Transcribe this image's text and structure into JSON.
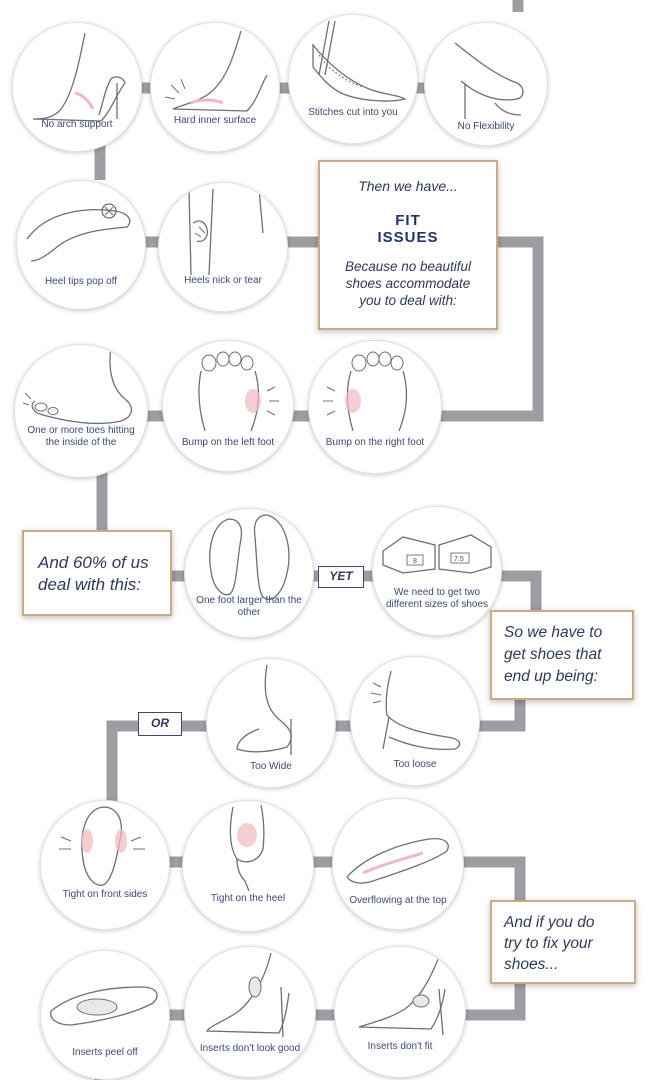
{
  "nodes": {
    "no_arch_support": "No arch support",
    "hard_inner_surface": [
      "Hard inner",
      "surface"
    ],
    "stitches_cut": [
      "Stitches cut",
      "into you"
    ],
    "no_flexibility": "No Flexibility",
    "heel_tips_pop_off": "Heel tips pop off",
    "heels_nick": [
      "Heels nick",
      "or tear"
    ],
    "toes_hitting": [
      "One or more",
      "toes hitting the",
      "inside of the"
    ],
    "bump_left": [
      "Bump on the",
      "left foot"
    ],
    "bump_right": [
      "Bump on the",
      "right foot"
    ],
    "one_foot_larger": [
      "One foot larger",
      "than the other"
    ],
    "two_sizes": [
      "We need to get",
      "two different sizes",
      "of shoes"
    ],
    "too_wide": "Too Wide",
    "too_loose": "Too loose",
    "tight_front": [
      "Tight on",
      "front sides"
    ],
    "tight_heel": [
      "Tight on",
      "the heel"
    ],
    "overflowing": [
      "Overflowing at",
      "the top"
    ],
    "inserts_peel": "Inserts peel off",
    "inserts_look": [
      "Inserts don't",
      "look good"
    ],
    "inserts_fit": "Inserts don't fit"
  },
  "callouts": {
    "fit_intro": "Then we have...",
    "fit_title": [
      "FIT",
      "ISSUES"
    ],
    "fit_body": [
      "Because no beautiful",
      "shoes accommodate",
      "you to deal with:"
    ],
    "sixty": [
      "And 60% of us",
      "deal with this:"
    ],
    "so_we": [
      "So we have to",
      "get shoes that",
      "end up being:"
    ],
    "fix": [
      "And if you do",
      "try to fix your",
      "shoes..."
    ]
  },
  "tags": {
    "yet": "YET",
    "or": "OR"
  },
  "box_labels": {
    "left_size": "8",
    "right_size": "7.5"
  },
  "colors": {
    "connector": "#9c9ea4",
    "callout_border": "#c8ae7c",
    "text": "#2d3a5e",
    "sketch": "#6b6f78",
    "blush": "#f0b9bf"
  }
}
